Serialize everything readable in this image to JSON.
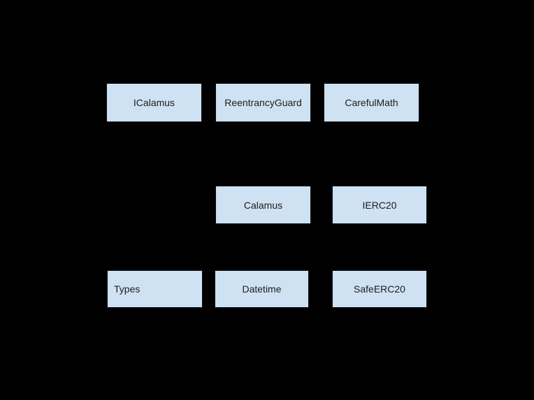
{
  "diagram": {
    "type": "contract-dependency-diagram",
    "background_color": "#000000",
    "node_fill_color": "#cfe2f3",
    "node_border_color": "#000000",
    "node_text_color": "#1c1c1c",
    "nodes": [
      {
        "label": "ICalamus",
        "row": 1,
        "align": "center"
      },
      {
        "label": "ReentrancyGuard",
        "row": 1,
        "align": "center"
      },
      {
        "label": "CarefulMath",
        "row": 1,
        "align": "center"
      },
      {
        "label": "Calamus",
        "row": 2,
        "align": "center"
      },
      {
        "label": "IERC20",
        "row": 2,
        "align": "center"
      },
      {
        "label": "Types",
        "row": 3,
        "align": "left"
      },
      {
        "label": "Datetime",
        "row": 3,
        "align": "center"
      },
      {
        "label": "SafeERC20",
        "row": 3,
        "align": "center"
      }
    ]
  }
}
